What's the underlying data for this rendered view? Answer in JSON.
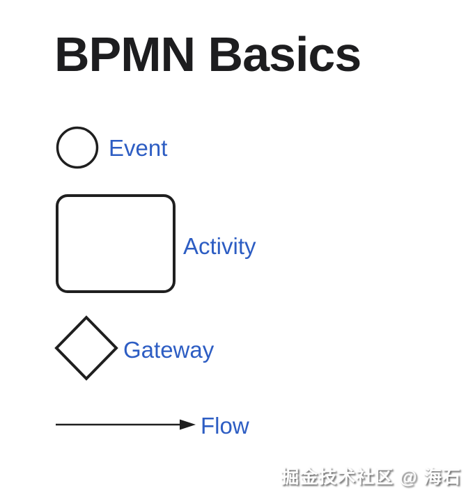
{
  "page": {
    "title": "BPMN Basics"
  },
  "legend": {
    "items": [
      {
        "shape": "circle",
        "shape_name": "event-circle",
        "label": "Event"
      },
      {
        "shape": "rounded-rectangle",
        "shape_name": "activity-rectangle",
        "label": "Activity"
      },
      {
        "shape": "diamond",
        "shape_name": "gateway-diamond",
        "label": "Gateway"
      },
      {
        "shape": "arrow",
        "shape_name": "flow-arrow",
        "label": "Flow"
      }
    ]
  },
  "watermark": {
    "text": "掘金技术社区 @ 海石"
  },
  "colors": {
    "background": "#ffffff",
    "title_color": "#1d1d1f",
    "label_color": "#2d5dc3",
    "shape_stroke": "#1f1f1f",
    "watermark_shadow": "#6e6e6e"
  }
}
